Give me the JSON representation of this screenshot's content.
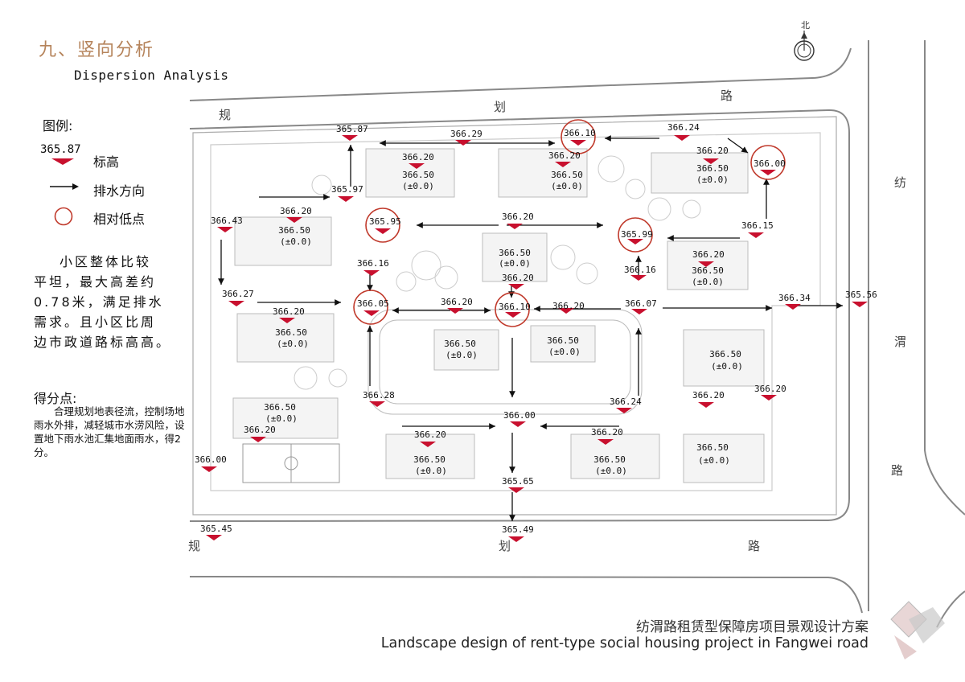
{
  "header": {
    "title_cn": "九、竖向分析",
    "title_en": "Dispersion Analysis"
  },
  "legend": {
    "title": "图例:",
    "elevation_sample": "365.87",
    "items": [
      "标高",
      "排水方向",
      "相对低点"
    ]
  },
  "description": [
    "小区整体比较",
    "平坦，最大高差约",
    "0.78米，满足排水",
    "需求。且小区比周",
    "边市政道路标高高。"
  ],
  "score": {
    "title": "得分点:",
    "text": "合理规划地表径流，控制场地雨水外排，减轻城市水涝风险，设置地下雨水池汇集地面雨水，得2分。"
  },
  "compass": {
    "label": "北"
  },
  "roads": {
    "north": [
      "规",
      "划",
      "路"
    ],
    "south": [
      "规",
      "划",
      "路"
    ],
    "east": [
      "纺",
      "渭",
      "路"
    ]
  },
  "elevations": [
    "365.87",
    "366.29",
    "366.10",
    "366.24",
    "366.20",
    "366.20",
    "366.20",
    "366.00",
    "365.97",
    "366.43",
    "366.20",
    "365.95",
    "366.20",
    "365.99",
    "366.15",
    "366.16",
    "366.20",
    "366.16",
    "366.20",
    "366.27",
    "366.20",
    "366.05",
    "366.20",
    "366.10",
    "366.20",
    "366.07",
    "366.34",
    "365.56",
    "366.28",
    "366.24",
    "366.20",
    "366.20",
    "366.00",
    "366.20",
    "366.20",
    "366.20",
    "366.00",
    "365.65",
    "365.45",
    "365.49"
  ],
  "building_labels": [
    "366.50",
    "366.50",
    "366.50",
    "366.50",
    "366.50",
    "366.50",
    "366.50",
    "366.50",
    "366.50",
    "366.50",
    "366.50",
    "366.50",
    "366.50",
    "366.50"
  ],
  "building_sub": "(±0.0)",
  "footer": {
    "title_cn": "纺渭路租赁型保障房项目景观设计方案",
    "title_en": "Landscape design of rent-type social housing project in Fangwei road"
  },
  "colors": {
    "accent": "#b5835a",
    "marker": "#c8102e",
    "low_point": "#c0392b"
  }
}
